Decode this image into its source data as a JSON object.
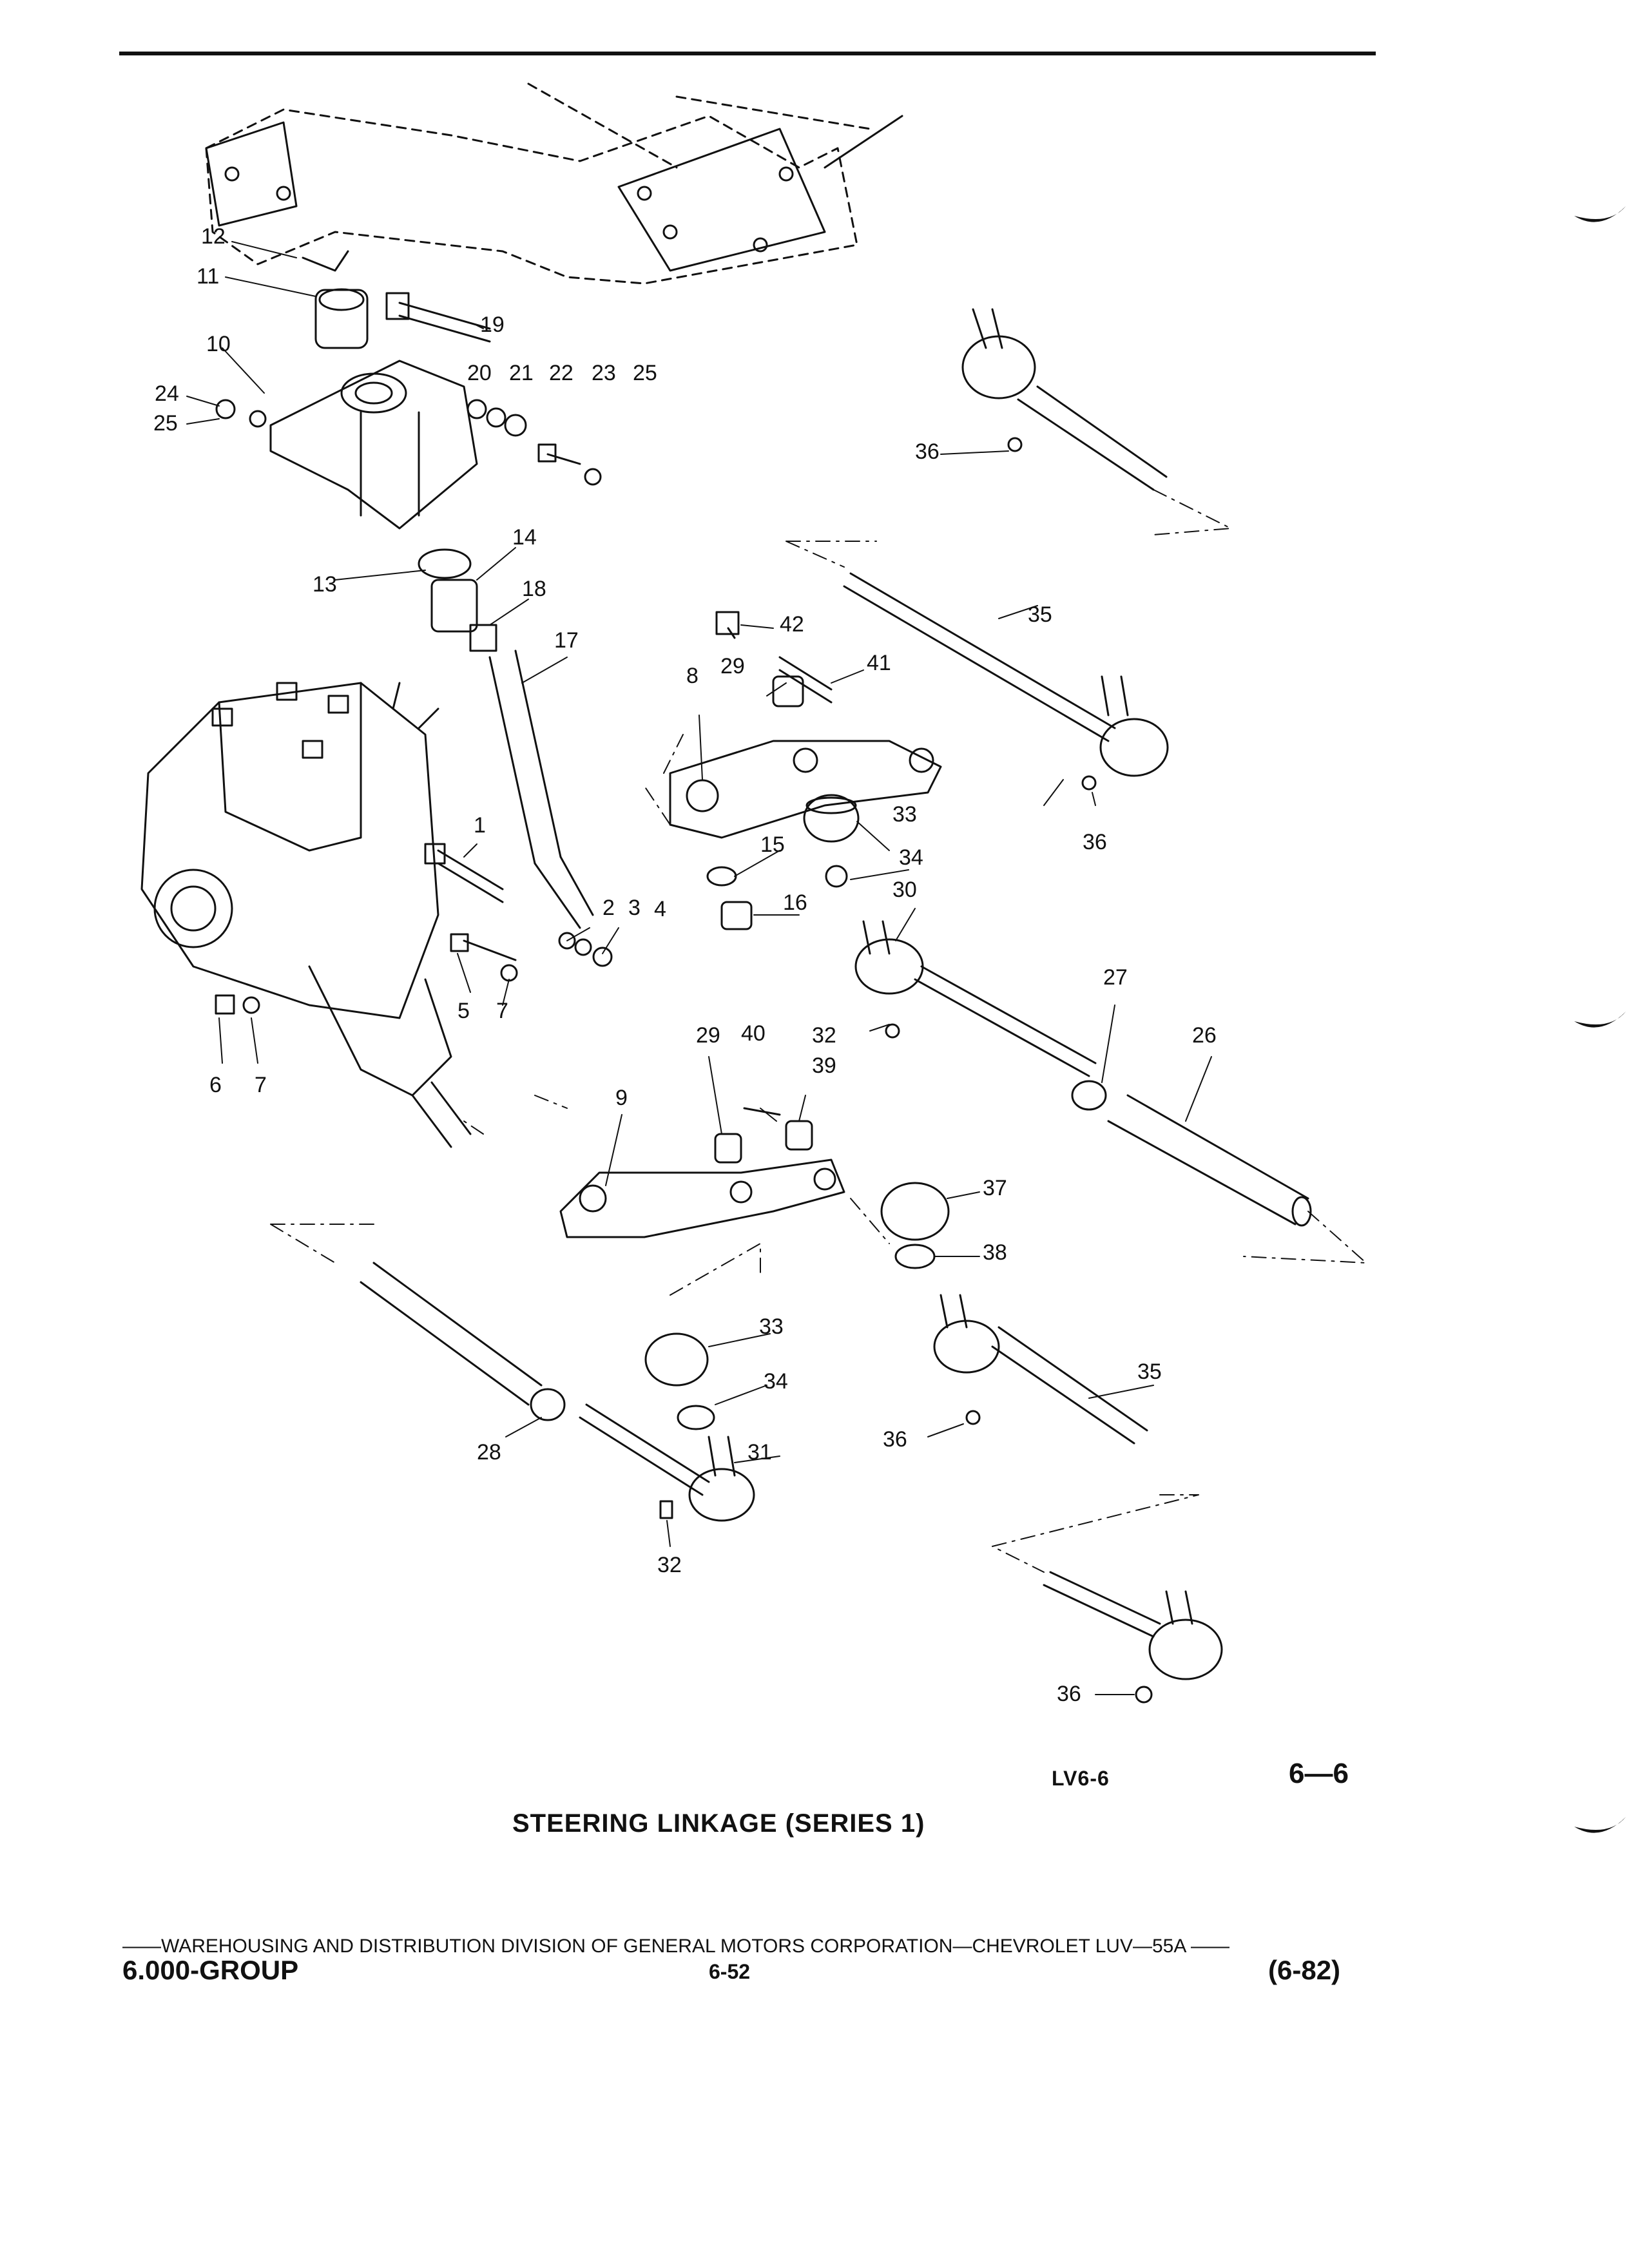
{
  "callouts": [
    "1",
    "2",
    "3",
    "4",
    "5",
    "6",
    "7",
    "7",
    "8",
    "9",
    "10",
    "11",
    "12",
    "13",
    "14",
    "15",
    "16",
    "17",
    "18",
    "19",
    "20",
    "21",
    "22",
    "23",
    "25",
    "24",
    "25",
    "26",
    "27",
    "28",
    "29",
    "29",
    "30",
    "31",
    "32",
    "32",
    "33",
    "33",
    "34",
    "34",
    "35",
    "35",
    "36",
    "36",
    "36",
    "36",
    "37",
    "38",
    "39",
    "40",
    "41",
    "42"
  ],
  "figure": {
    "id": "LV6-6",
    "page_ref": "6—6",
    "caption": "STEERING LINKAGE (SERIES 1)"
  },
  "footer": {
    "line": "——WAREHOUSING AND DISTRIBUTION  DIVISION OF GENERAL MOTORS CORPORATION—CHEVROLET LUV—55A  ——",
    "group": "6.000-GROUP",
    "page": "6-52",
    "date": "(6-82)"
  }
}
